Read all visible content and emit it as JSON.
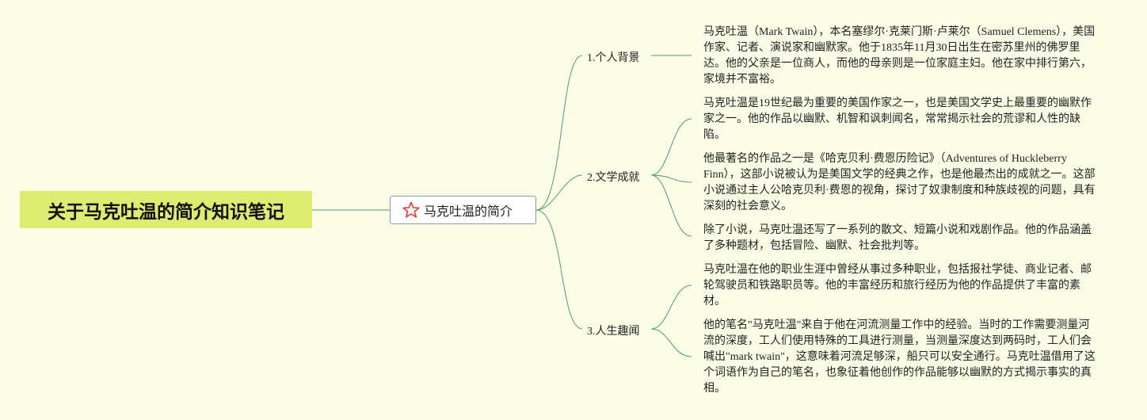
{
  "root": {
    "title": "关于马克吐温的简介知识笔记"
  },
  "center": {
    "label": "马克吐温的简介",
    "icon": "star-icon"
  },
  "branches": [
    {
      "label": "1.个人背景",
      "notes": [
        "马克吐温（Mark Twain），本名塞缪尔·克莱门斯·卢莱尔（Samuel Clemens），美国作家、记者、演说家和幽默家。他于1835年11月30日出生在密苏里州的佛罗里达。他的父亲是一位商人，而他的母亲则是一位家庭主妇。他在家中排行第六，家境并不富裕。"
      ]
    },
    {
      "label": "2.文学成就",
      "notes": [
        "马克吐温是19世纪最为重要的美国作家之一，也是美国文学史上最重要的幽默作家之一。他的作品以幽默、机智和讽刺闻名，常常揭示社会的荒谬和人性的缺陷。",
        "他最著名的作品之一是《哈克贝利·费恩历险记》（Adventures of Huckleberry Finn），这部小说被认为是美国文学的经典之作，也是他最杰出的成就之一。这部小说通过主人公哈克贝利·费恩的视角，探讨了奴隶制度和种族歧视的问题，具有深刻的社会意义。",
        "除了小说，马克吐温还写了一系列的散文、短篇小说和戏剧作品。他的作品涵盖了多种题材，包括冒险、幽默、社会批判等。"
      ]
    },
    {
      "label": "3.人生趣闻",
      "notes": [
        "马克吐温在他的职业生涯中曾经从事过多种职业，包括报社学徒、商业记者、邮轮驾驶员和铁路职员等。他的丰富经历和旅行经历为他的作品提供了丰富的素材。",
        "他的笔名\"马克吐温\"来自于他在河流测量工作中的经验。当时的工作需要测量河流的深度，工人们使用特殊的工具进行测量，当测量深度达到两码时，工人们会喊出\"mark twain\"，这意味着河流足够深，船只可以安全通行。马克吐温借用了这个词语作为自己的笔名，也象征着他创作的作品能够以幽默的方式揭示事实的真相。"
      ]
    }
  ],
  "colors": {
    "background": "#fbfde6",
    "root_fill": "#dded72",
    "connector": "#4f9a73",
    "star": "#e53935"
  }
}
